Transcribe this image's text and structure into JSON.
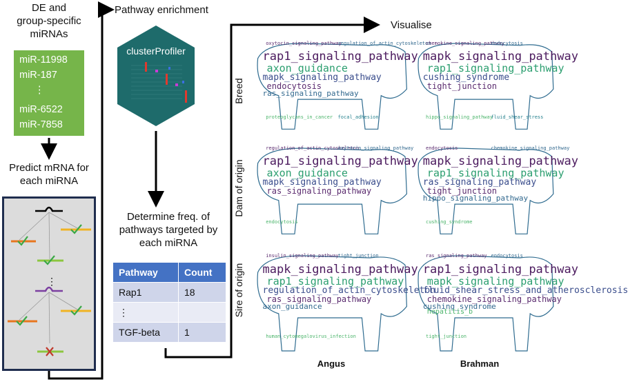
{
  "steps": {
    "de_title_1": "DE and",
    "de_title_2": "group-specific",
    "de_title_3": "miRNAs",
    "predict_title_1": "Predict mRNA for",
    "predict_title_2": "each miRNA",
    "enrich_title": "Pathway enrichment",
    "freq_title_1": "Determine freq. of",
    "freq_title_2": "pathways targeted by",
    "freq_title_3": "each miRNA",
    "visualise_title": "Visualise"
  },
  "mirnas": [
    "miR-11998",
    "miR-187",
    "⋮",
    "miR-6522",
    "miR-7858"
  ],
  "tool_label": "clusterProfiler",
  "pathway_table": {
    "headers": [
      "Pathway",
      "Count"
    ],
    "rows": [
      [
        "Rap1",
        "18"
      ],
      [
        "⋮",
        ""
      ],
      [
        "TGF-beta",
        "1"
      ]
    ]
  },
  "row_labels": [
    "Breed",
    "Dam of origin",
    "Sire of origin"
  ],
  "col_labels": [
    "Angus",
    "Brahman"
  ],
  "clouds": {
    "breed_angus": {
      "large": [
        "rap1_signaling_pathway",
        "axon_guidance",
        "mapk_signaling_pathway",
        "endocytosis",
        "ras_signaling_pathway"
      ],
      "small": [
        "oxytocin_signaling_pathway",
        "regulation_of_actin_cytoskeleton",
        "proteoglycans_in_cancer",
        "focal_adhesion"
      ]
    },
    "breed_brahman": {
      "large": [
        "mapk_signaling_pathway",
        "rap1_signaling_pathway",
        "cushing_syndrome",
        "tight_junction"
      ],
      "small": [
        "chemokine_signaling_pathway",
        "endocytosis",
        "hippo_signaling_pathway",
        "fluid_shear_stress"
      ]
    },
    "dam_angus": {
      "large": [
        "rap1_signaling_pathway",
        "axon_guidance",
        "mapk_signaling_pathway",
        "ras_signaling_pathway"
      ],
      "small": [
        "regulation_of_actin_cytoskeleton",
        "oxytocin_signaling_pathway",
        "endocytosis"
      ]
    },
    "dam_brahman": {
      "large": [
        "mapk_signaling_pathway",
        "rap1_signaling_pathway",
        "ras_signaling_pathway",
        "tight_junction",
        "hippo_signaling_pathway"
      ],
      "small": [
        "endocytosis",
        "chemokine_signaling_pathway",
        "cushing_syndrome"
      ]
    },
    "sire_angus": {
      "large": [
        "mapk_signaling_pathway",
        "rap1_signaling_pathway",
        "regulation_of_actin_cytoskeleton",
        "ras_signaling_pathway",
        "axon_guidance"
      ],
      "small": [
        "insulin_signaling_pathway",
        "tight_junction",
        "human_cytomegalovirus_infection"
      ]
    },
    "sire_brahman": {
      "large": [
        "rap1_signaling_pathway",
        "mapk_signaling_pathway",
        "fluid_shear_stress_and_atherosclerosis",
        "chemokine_signaling_pathway",
        "cushing_syndrome",
        "hepatitis_b"
      ],
      "small": [
        "ras_signaling_pathway",
        "endocytosis",
        "tight_junction"
      ]
    }
  },
  "colors": {
    "mirna_box": "#76b54a",
    "table_header": "#4472c4",
    "hexagon": "#1e6b6b",
    "arrow": "#000000",
    "check": "#3aa845",
    "cross": "#c0392b"
  }
}
